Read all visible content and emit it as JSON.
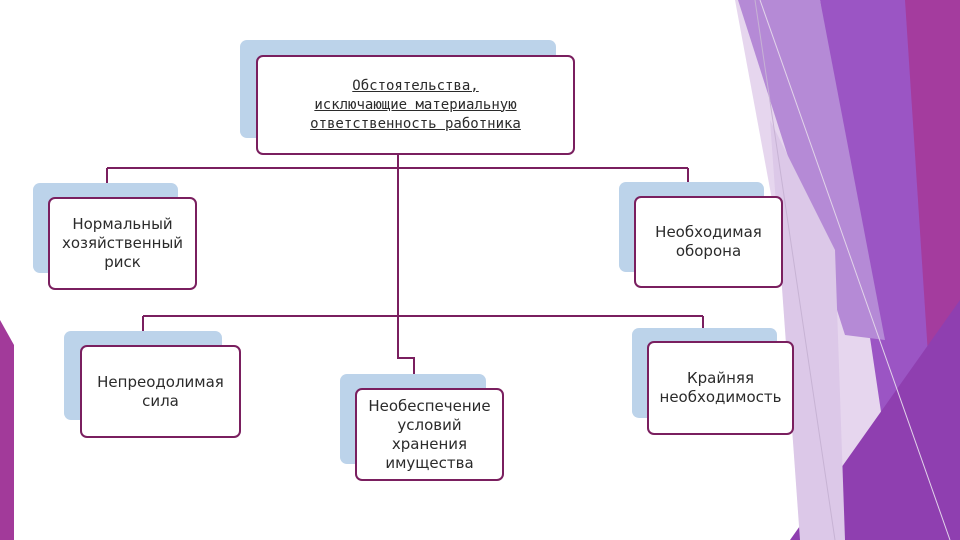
{
  "diagram": {
    "root": {
      "lines": [
        "Обстоятельства,",
        "исключающие материальную",
        "ответственность работника"
      ]
    },
    "nodes": [
      {
        "key": "normal-risk",
        "lines": [
          "Нормальный",
          "хозяйственный",
          "риск"
        ]
      },
      {
        "key": "necessary-defense",
        "lines": [
          "Необходимая",
          "оборона"
        ]
      },
      {
        "key": "force-majeure",
        "lines": [
          "Непреодолимая",
          "сила"
        ]
      },
      {
        "key": "no-storage",
        "lines": [
          "Необеспечение",
          "условий",
          "хранения",
          "имущества"
        ]
      },
      {
        "key": "extreme-necessity",
        "lines": [
          "Крайняя",
          "необходимость"
        ]
      }
    ]
  },
  "colors": {
    "node_border": "#7a1f5f",
    "node_shadow": "#bcd3ea",
    "connector": "#7a1f5f",
    "accent_purple": "#8e3fb8",
    "accent_magenta": "#a23a9a"
  }
}
